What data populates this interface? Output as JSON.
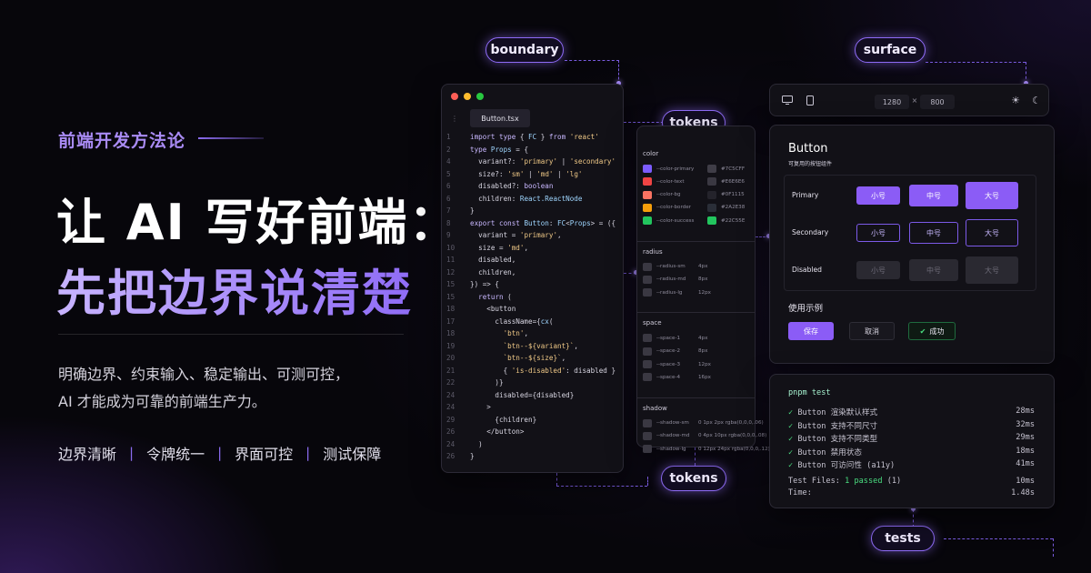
{
  "hero": {
    "kicker": "前端开发方法论",
    "title_line1": "让 AI 写好前端：",
    "title_line2": "先把边界说清楚",
    "desc_line1": "明确边界、约束输入、稳定输出、可测可控，",
    "desc_line2": "AI 才能成为可靠的前端生产力。",
    "tags": [
      "边界清晰",
      "令牌统一",
      "界面可控",
      "测试保障"
    ],
    "tag_separator": "|"
  },
  "pills": {
    "boundary": "boundary",
    "tokens_top": "tokens",
    "tokens_bottom": "tokens",
    "surface": "surface",
    "tests": "tests"
  },
  "code_editor": {
    "tab": "Button.tsx",
    "lines": [
      {
        "n": "1",
        "html": "import type { FC } from 'react'"
      },
      {
        "n": "2",
        "html": "type Props = {"
      },
      {
        "n": "4",
        "html": "  variant?: 'primary' | 'secondary'"
      },
      {
        "n": "5",
        "html": "  size?: 'sm' | 'md' | 'lg'"
      },
      {
        "n": "6",
        "html": "  disabled?: boolean"
      },
      {
        "n": "6",
        "html": "  children: React.ReactNode"
      },
      {
        "n": "7",
        "html": "}"
      },
      {
        "n": "8",
        "html": "export const Button: FC<Props> = ({"
      },
      {
        "n": "9",
        "html": "  variant = 'primary',"
      },
      {
        "n": "10",
        "html": "  size = 'md',"
      },
      {
        "n": "11",
        "html": "  disabled,"
      },
      {
        "n": "12",
        "html": "  children,"
      },
      {
        "n": "15",
        "html": "}) => {"
      },
      {
        "n": "15",
        "html": "  return ("
      },
      {
        "n": "18",
        "html": "    <button"
      },
      {
        "n": "17",
        "html": "      className={cx("
      },
      {
        "n": "18",
        "html": "        'btn',"
      },
      {
        "n": "19",
        "html": "        `btn--${variant}`,"
      },
      {
        "n": "20",
        "html": "        `btn--${size}`,"
      },
      {
        "n": "21",
        "html": "        { 'is-disabled': disabled }"
      },
      {
        "n": "22",
        "html": "      )}"
      },
      {
        "n": "24",
        "html": "      disabled={disabled}"
      },
      {
        "n": "24",
        "html": "    >"
      },
      {
        "n": "29",
        "html": "      {children}"
      },
      {
        "n": "26",
        "html": "    </button>"
      },
      {
        "n": "24",
        "html": "  )"
      },
      {
        "n": "26",
        "html": "}"
      }
    ]
  },
  "tokens_panel": {
    "sections": [
      {
        "title": "color",
        "rows": [
          {
            "name": "--color-primary",
            "value": "#7C5CFF",
            "c1": "#7c5cff",
            "c2": "#3f3d47"
          },
          {
            "name": "--color-text",
            "value": "#E6E6E6",
            "c1": "#ef4444",
            "c2": "#3a3842"
          },
          {
            "name": "--color-bg",
            "value": "#0F1115",
            "c1": "#f97362",
            "c2": "#24232b"
          },
          {
            "name": "--color-border",
            "value": "#2A2E38",
            "c1": "#f59e0b",
            "c2": "#2a2e38"
          },
          {
            "name": "--color-success",
            "value": "#22C55E",
            "c1": "#22c55e",
            "c2": "#22c55e"
          }
        ]
      },
      {
        "title": "radius",
        "rows": [
          {
            "name": "--radius-sm",
            "value": "4px"
          },
          {
            "name": "--radius-md",
            "value": "8px"
          },
          {
            "name": "--radius-lg",
            "value": "12px"
          }
        ]
      },
      {
        "title": "space",
        "rows": [
          {
            "name": "--space-1",
            "value": "4px"
          },
          {
            "name": "--space-2",
            "value": "8px"
          },
          {
            "name": "--space-3",
            "value": "12px"
          },
          {
            "name": "--space-4",
            "value": "16px"
          }
        ]
      },
      {
        "title": "shadow",
        "rows": [
          {
            "name": "--shadow-sm",
            "value": "0 1px 2px rgba(0,0,0,.06)"
          },
          {
            "name": "--shadow-md",
            "value": "0 4px 10px rgba(0,0,0,.08)"
          },
          {
            "name": "--shadow-lg",
            "value": "0 12px 24px rgba(0,0,0,.12)"
          }
        ]
      }
    ]
  },
  "surface_bar": {
    "width": "1280",
    "times": "×",
    "height": "800"
  },
  "button_demo": {
    "title": "Button",
    "subtitle": "可复用的按钮组件",
    "rows": [
      {
        "label": "Primary",
        "sm": "小号",
        "md": "中号",
        "lg": "大号"
      },
      {
        "label": "Secondary",
        "sm": "小号",
        "md": "中号",
        "lg": "大号"
      },
      {
        "label": "Disabled",
        "sm": "小号",
        "md": "中号",
        "lg": "大号"
      }
    ],
    "usage_title": "使用示例",
    "save": "保存",
    "cancel": "取消",
    "success": "成功"
  },
  "tests_panel": {
    "command": "pnpm test",
    "results": [
      {
        "text": "Button 渲染默认样式",
        "time": "28ms"
      },
      {
        "text": "Button 支持不同尺寸",
        "time": "32ms"
      },
      {
        "text": "Button 支持不同类型",
        "time": "29ms"
      },
      {
        "text": "Button 禁用状态",
        "time": "18ms"
      },
      {
        "text": "Button 可访问性 (a11y)",
        "time": "41ms"
      }
    ],
    "check": "✓",
    "files_label": "Test Files:",
    "files_value": "1 passed",
    "files_count": "(1)",
    "files_time": "10ms",
    "time_label": "Time:",
    "time_value": "1.48s"
  },
  "colors": {
    "accent": "#8b5cf6",
    "success": "#22c55e",
    "panel": "#121117"
  }
}
